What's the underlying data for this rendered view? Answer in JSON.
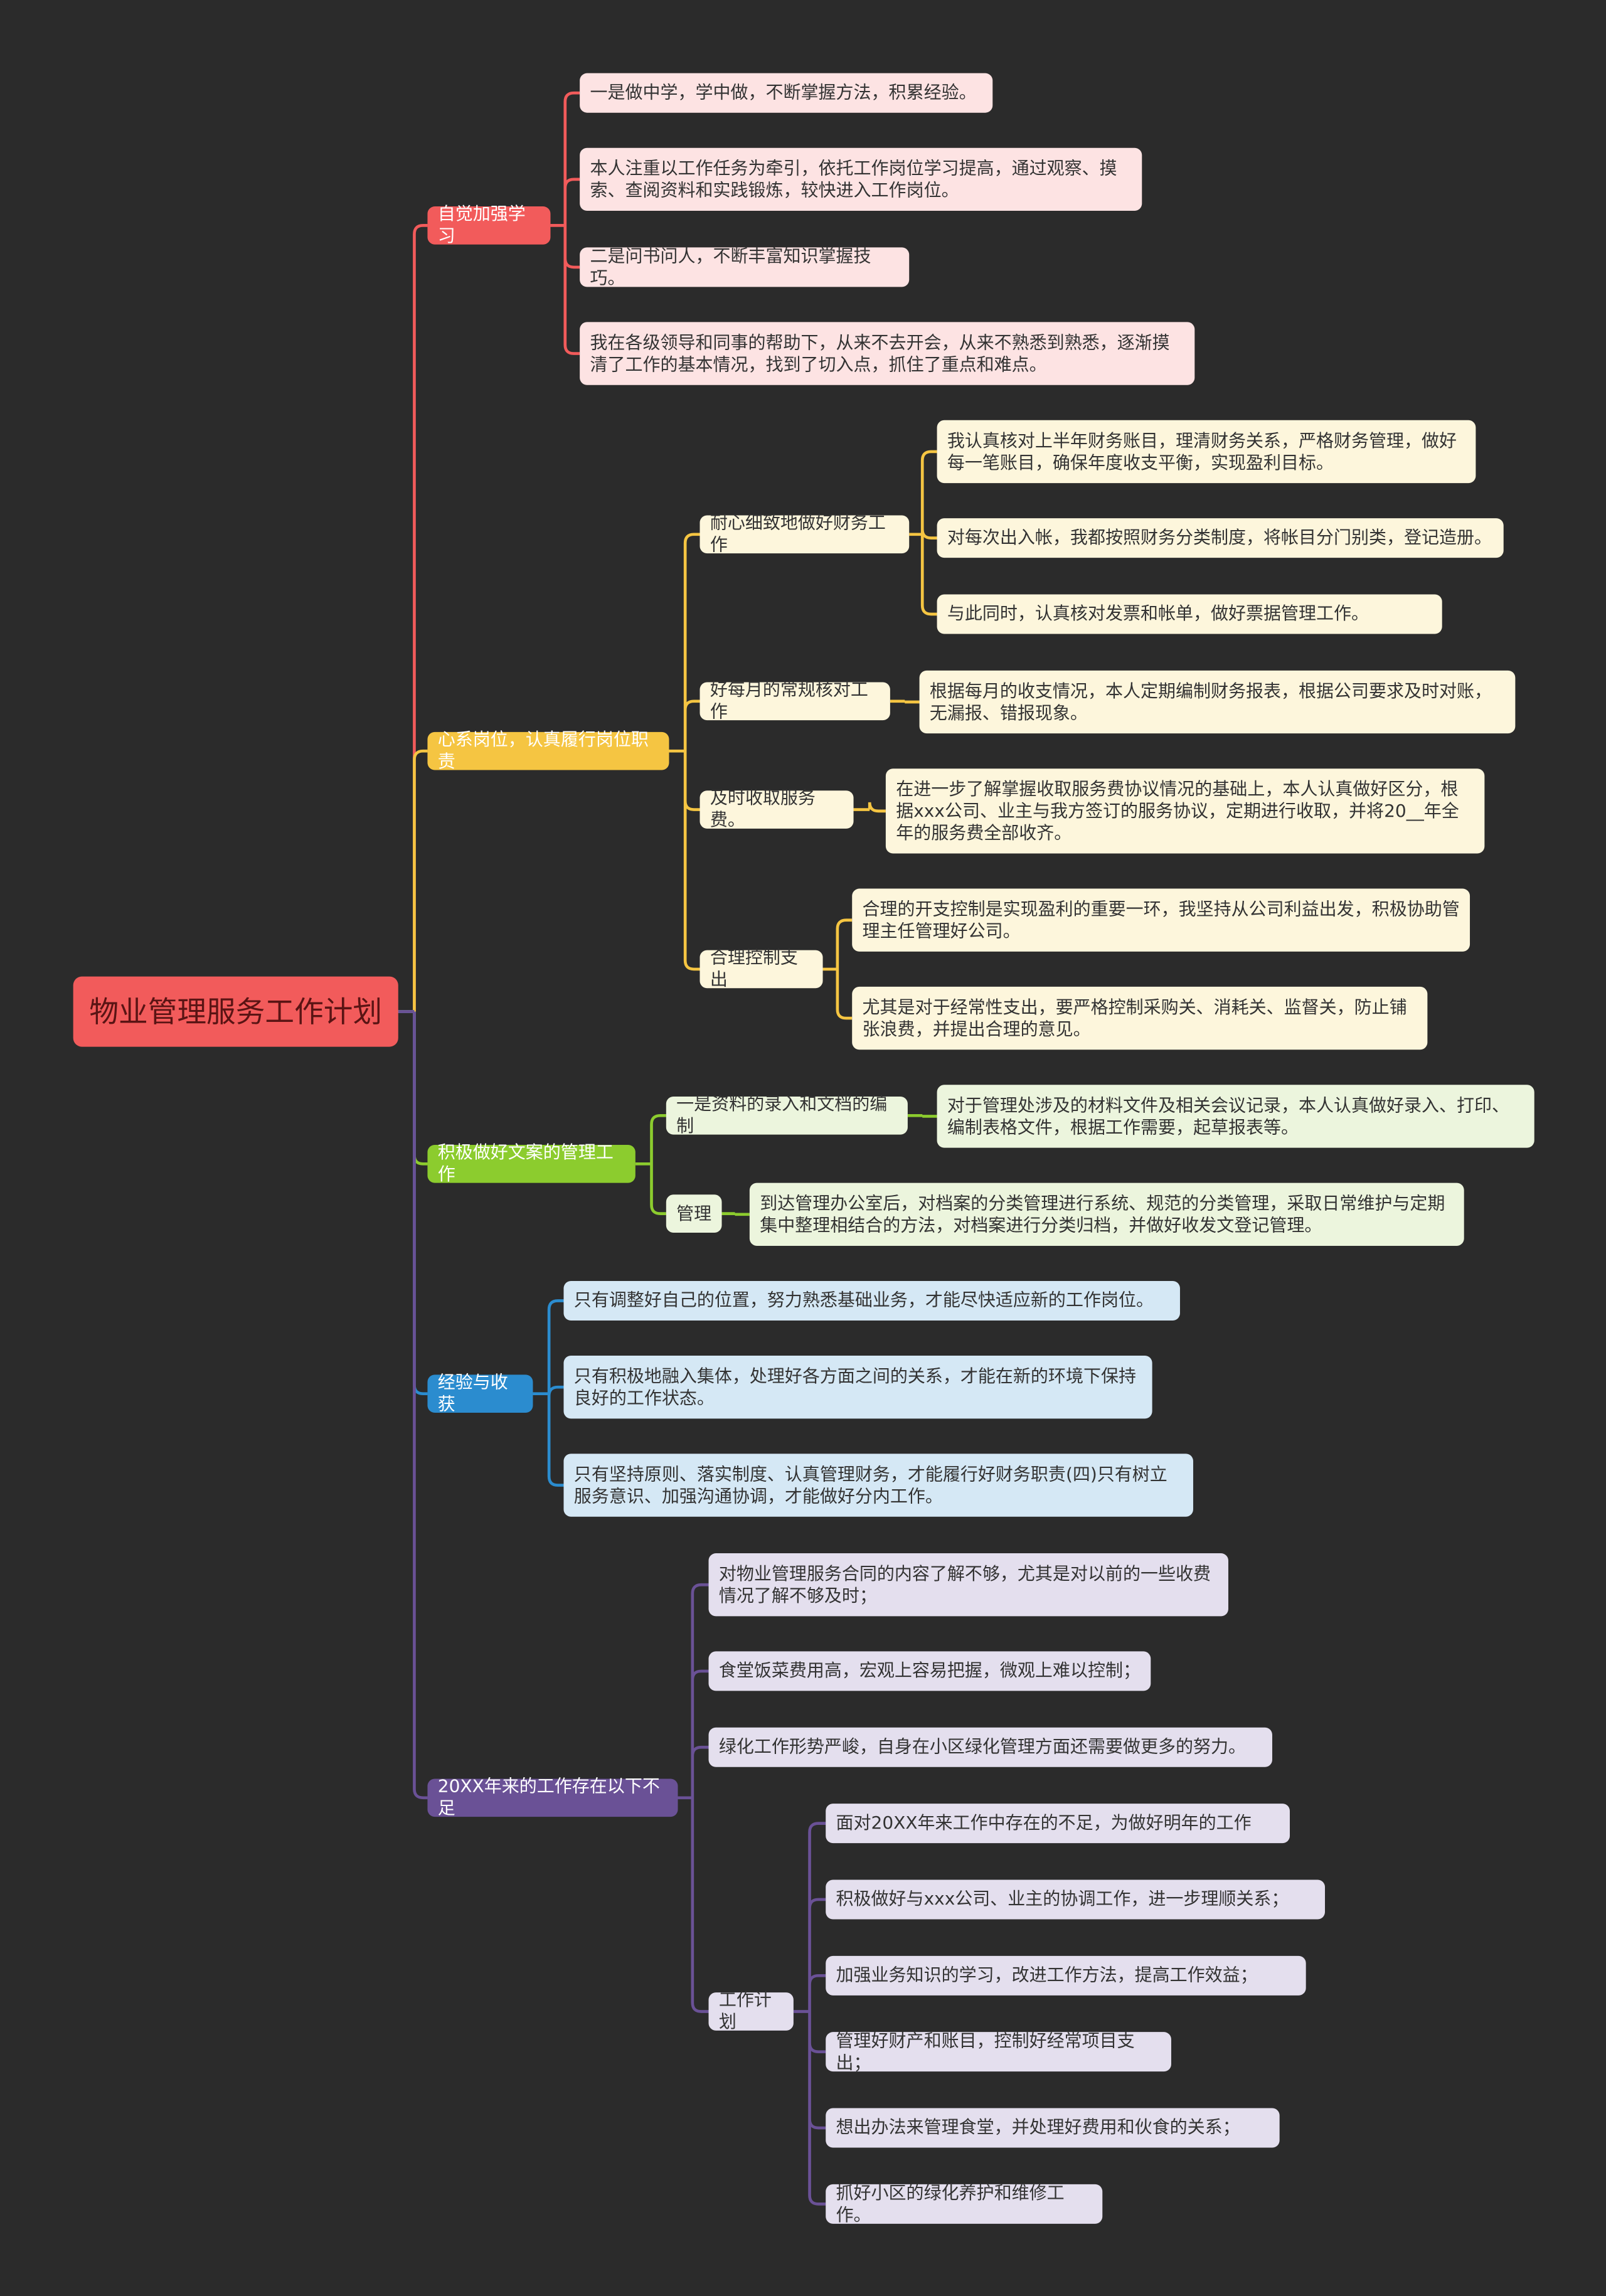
{
  "root": "物业管理服务工作计划",
  "colors": {
    "red": "#f25b5b",
    "red_light": "#fde3e3",
    "yellow": "#f5c542",
    "yellow_light": "#fdf6dc",
    "green": "#8ccc2e",
    "green_light": "#ecf5dd",
    "blue": "#2b8ccf",
    "blue_light": "#d5e8f5",
    "purple": "#6a5196",
    "purple_light": "#e4dfee"
  },
  "branches": [
    {
      "label": "自觉加强学习",
      "items": [
        "一是做中学，学中做，不断掌握方法，积累经验。",
        "本人注重以工作任务为牵引，依托工作岗位学习提高，通过观察、摸索、查阅资料和实践锻炼，较快进入工作岗位。",
        "二是问书问人，不断丰富知识掌握技巧。",
        "我在各级领导和同事的帮助下，从来不去开会，从来不熟悉到熟悉，逐渐摸清了工作的基本情况，找到了切入点，抓住了重点和难点。"
      ]
    },
    {
      "label": "心系岗位，认真履行岗位职责",
      "subs": [
        {
          "label": "耐心细致地做好财务工作",
          "items": [
            "我认真核对上半年财务账目，理清财务关系，严格财务管理，做好每一笔账目，确保年度收支平衡，实现盈利目标。",
            "对每次出入帐，我都按照财务分类制度，将帐目分门别类，登记造册。",
            "与此同时，认真核对发票和帐单，做好票据管理工作。"
          ]
        },
        {
          "label": "好每月的常规核对工作",
          "items": [
            "根据每月的收支情况，本人定期编制财务报表，根据公司要求及时对账，无漏报、错报现象。"
          ]
        },
        {
          "label": "及时收取服务费。",
          "items": [
            "在进一步了解掌握收取服务费协议情况的基础上，本人认真做好区分，根据xxx公司、业主与我方签订的服务协议，定期进行收取，并将20__年全年的服务费全部收齐。"
          ]
        },
        {
          "label": "合理控制支出",
          "items": [
            "合理的开支控制是实现盈利的重要一环，我坚持从公司利益出发，积极协助管理主任管理好公司。",
            "尤其是对于经常性支出，要严格控制采购关、消耗关、监督关，防止铺张浪费，并提出合理的意见。"
          ]
        }
      ]
    },
    {
      "label": "积极做好文案的管理工作",
      "subs": [
        {
          "label": "一是资料的录入和文档的编制",
          "items": [
            "对于管理处涉及的材料文件及相关会议记录，本人认真做好录入、打印、编制表格文件，根据工作需要，起草报表等。"
          ]
        },
        {
          "label": "管理",
          "items": [
            "到达管理办公室后，对档案的分类管理进行系统、规范的分类管理，采取日常维护与定期集中整理相结合的方法，对档案进行分类归档，并做好收发文登记管理。"
          ]
        }
      ]
    },
    {
      "label": "经验与收获",
      "items": [
        "只有调整好自己的位置，努力熟悉基础业务，才能尽快适应新的工作岗位。",
        "只有积极地融入集体，处理好各方面之间的关系，才能在新的环境下保持良好的工作状态。",
        "只有坚持原则、落实制度、认真管理财务，才能履行好财务职责(四)只有树立服务意识、加强沟通协调，才能做好分内工作。"
      ]
    },
    {
      "label": "20XX年来的工作存在以下不足",
      "items": [
        "对物业管理服务合同的内容了解不够，尤其是对以前的一些收费情况了解不够及时；",
        "食堂饭菜费用高，宏观上容易把握，微观上难以控制；",
        "绿化工作形势严峻，自身在小区绿化管理方面还需要做更多的努力。"
      ],
      "sub": {
        "label": "工作计划",
        "items": [
          "面对20XX年来工作中存在的不足，为做好明年的工作",
          "积极做好与xxx公司、业主的协调工作，进一步理顺关系；",
          "加强业务知识的学习，改进工作方法，提高工作效益；",
          "管理好财产和账目，控制好经常项目支出；",
          "想出办法来管理食堂，并处理好费用和伙食的关系；",
          "抓好小区的绿化养护和维修工作。"
        ]
      }
    }
  ]
}
